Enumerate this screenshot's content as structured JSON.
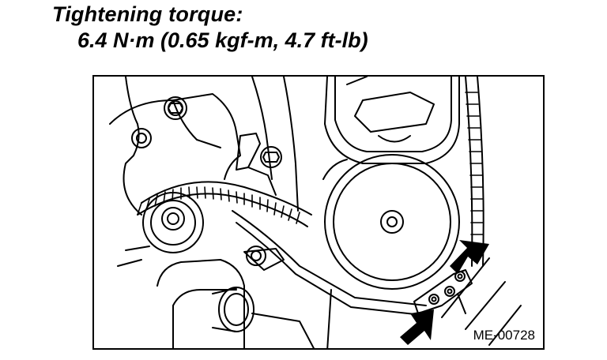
{
  "header": {
    "line1": "Tightening torque:",
    "line2": "6.4 N·m (0.65 kgf-m, 4.7 ft-lb)"
  },
  "figure": {
    "code": "ME-00728",
    "arrow_icons": [
      "arrow-pointer-icon",
      "arrow-pointer-icon"
    ]
  }
}
